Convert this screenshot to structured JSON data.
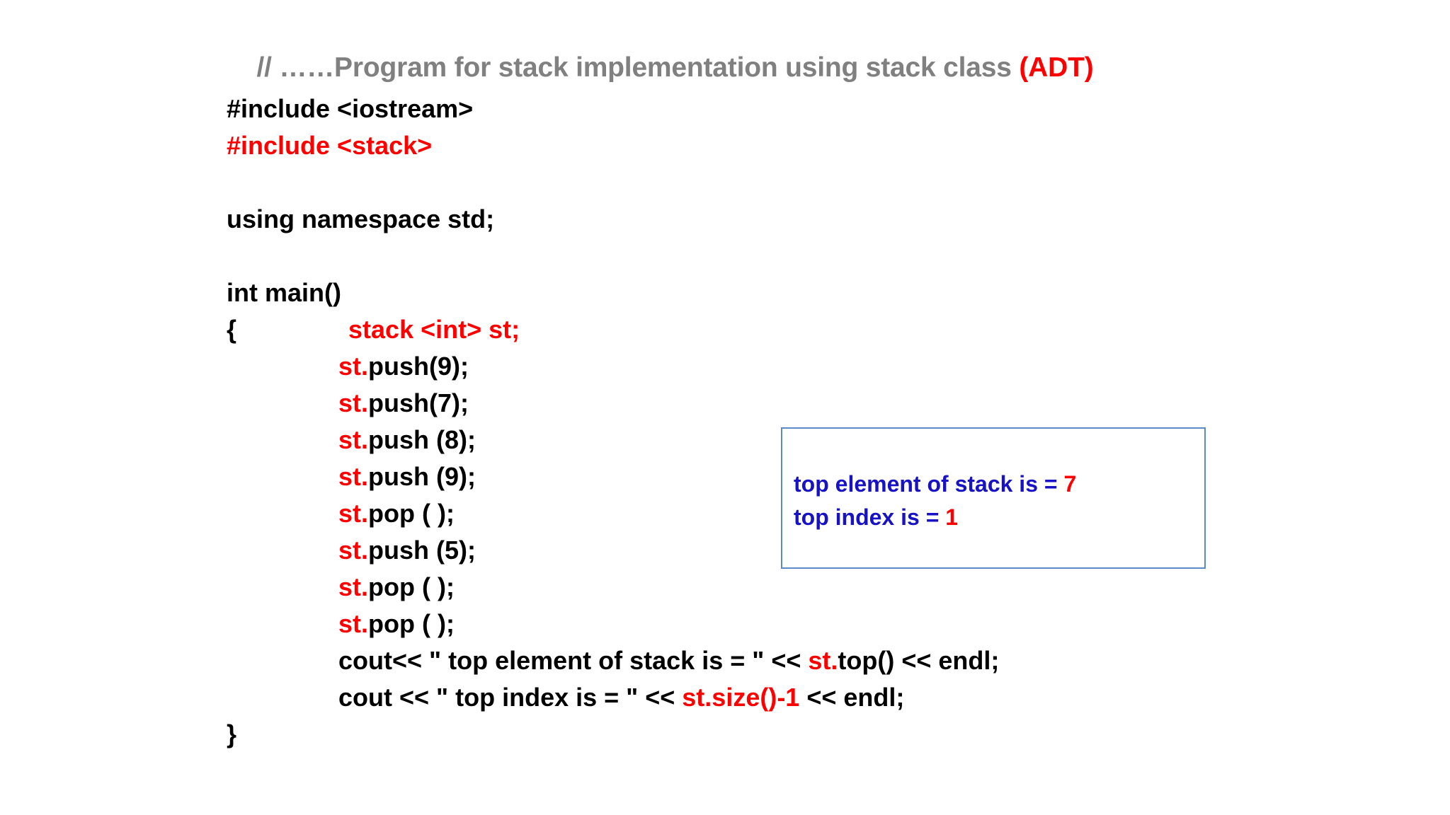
{
  "slide": {
    "title": {
      "prefix": "// ……Program for stack implementation using stack class ",
      "accent": "(ADT)",
      "color_normal": "#808080",
      "color_accent": "#ff0000"
    },
    "colors": {
      "code_default": "#000000",
      "code_highlight": "#ff0000",
      "output_text": "#1713c4",
      "output_value": "#ff0000",
      "output_border": "#5b8bc4",
      "background": "#ffffff"
    },
    "code": {
      "lines": [
        {
          "id": "include-iostream",
          "indent": false,
          "spans": [
            {
              "text": "#include <iostream>",
              "color": "black"
            }
          ]
        },
        {
          "id": "include-stack",
          "indent": false,
          "spans": [
            {
              "text": "#include <stack>",
              "color": "red"
            }
          ]
        },
        {
          "id": "blank-1",
          "indent": false,
          "spans": [
            {
              "text": " ",
              "color": "black"
            }
          ]
        },
        {
          "id": "using-namespace",
          "indent": false,
          "spans": [
            {
              "text": "using namespace std;",
              "color": "black"
            }
          ]
        },
        {
          "id": "blank-2",
          "indent": false,
          "spans": [
            {
              "text": " ",
              "color": "black"
            }
          ]
        },
        {
          "id": "int-main",
          "indent": false,
          "spans": [
            {
              "text": "int main()",
              "color": "black"
            }
          ]
        },
        {
          "id": "open-brace-decl",
          "indent": false,
          "spans": [
            {
              "text": "{",
              "color": "black"
            },
            {
              "text": "INDENT",
              "color": "indent"
            },
            {
              "text": "stack <int> st;",
              "color": "red"
            }
          ]
        },
        {
          "id": "push-9a",
          "indent": true,
          "spans": [
            {
              "text": "st.",
              "color": "red"
            },
            {
              "text": "push(9);",
              "color": "black"
            }
          ]
        },
        {
          "id": "push-7",
          "indent": true,
          "spans": [
            {
              "text": "st.",
              "color": "red"
            },
            {
              "text": "push(7);",
              "color": "black"
            }
          ]
        },
        {
          "id": "push-8",
          "indent": true,
          "spans": [
            {
              "text": "st.",
              "color": "red"
            },
            {
              "text": "push (8);",
              "color": "black"
            }
          ]
        },
        {
          "id": "push-9b",
          "indent": true,
          "spans": [
            {
              "text": "st.",
              "color": "red"
            },
            {
              "text": "push (9);",
              "color": "black"
            }
          ]
        },
        {
          "id": "pop-1",
          "indent": true,
          "spans": [
            {
              "text": "st.",
              "color": "red"
            },
            {
              "text": "pop ( );",
              "color": "black"
            }
          ]
        },
        {
          "id": "push-5",
          "indent": true,
          "spans": [
            {
              "text": "st.",
              "color": "red"
            },
            {
              "text": "push (5);",
              "color": "black"
            }
          ]
        },
        {
          "id": "pop-2",
          "indent": true,
          "spans": [
            {
              "text": "st.",
              "color": "red"
            },
            {
              "text": "pop ( );",
              "color": "black"
            }
          ]
        },
        {
          "id": "pop-3",
          "indent": true,
          "spans": [
            {
              "text": "st.",
              "color": "red"
            },
            {
              "text": "pop ( );",
              "color": "black"
            }
          ]
        },
        {
          "id": "cout-top",
          "indent": true,
          "spans": [
            {
              "text": "cout<< \" top element of stack is = \" << ",
              "color": "black"
            },
            {
              "text": "st.",
              "color": "red"
            },
            {
              "text": "top() << endl;",
              "color": "black"
            }
          ]
        },
        {
          "id": "cout-index",
          "indent": true,
          "spans": [
            {
              "text": "cout << \" top index is = \" << ",
              "color": "black"
            },
            {
              "text": "st.size()-1",
              "color": "red"
            },
            {
              "text": " << endl;",
              "color": "black"
            }
          ]
        },
        {
          "id": "close-brace",
          "indent": false,
          "spans": [
            {
              "text": "}",
              "color": "black"
            }
          ]
        }
      ]
    },
    "output_box": {
      "lines": [
        {
          "id": "top-element",
          "label": "top element of stack is = ",
          "value": "7"
        },
        {
          "id": "top-index",
          "label": "top index is = ",
          "value": "1"
        }
      ]
    }
  }
}
